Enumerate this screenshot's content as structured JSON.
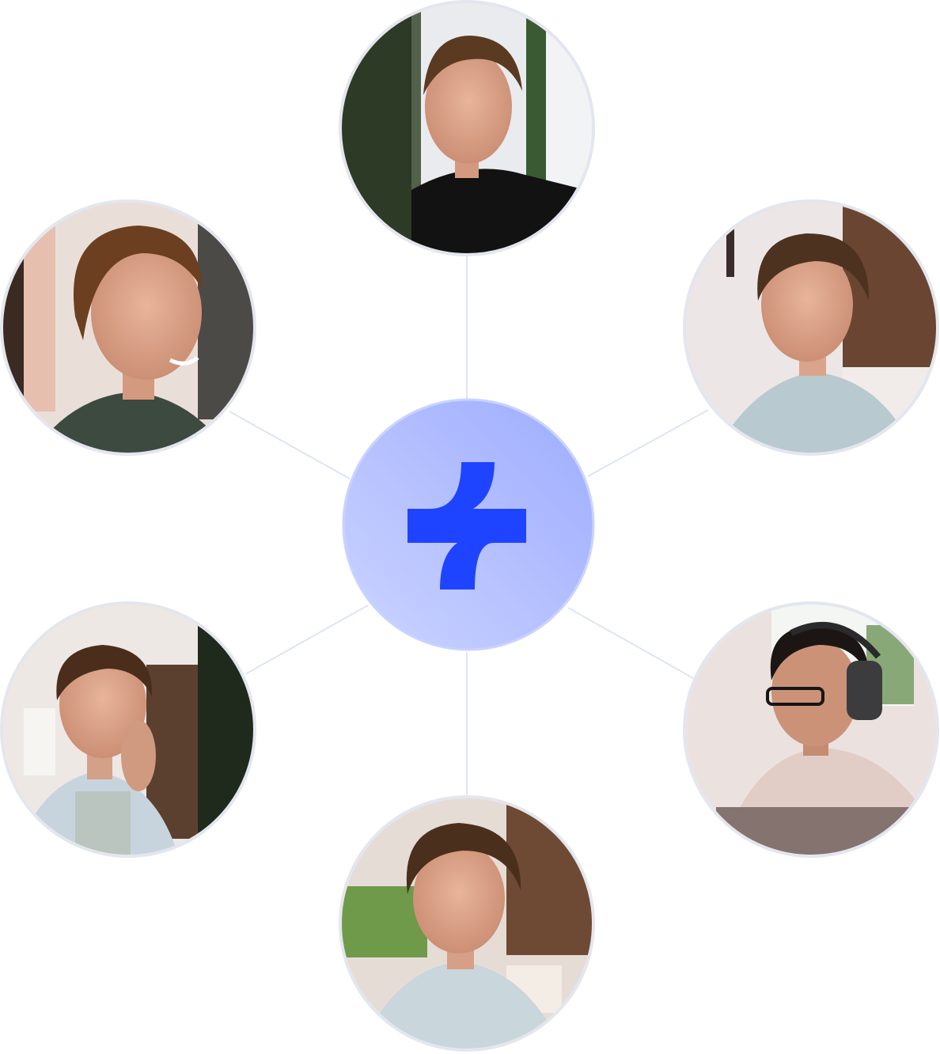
{
  "hub": {
    "logo_icon": "brand-logo-icon",
    "colors": {
      "hub_fill_light": "#cbd4ff",
      "hub_fill_dark": "#9eacff",
      "logo": "#1f44ff"
    }
  },
  "team_members": [
    {
      "position": "top",
      "icon": "person-photo"
    },
    {
      "position": "top-right",
      "icon": "person-photo"
    },
    {
      "position": "bottom-right",
      "icon": "person-photo"
    },
    {
      "position": "bottom",
      "icon": "person-photo"
    },
    {
      "position": "bottom-left",
      "icon": "person-photo"
    },
    {
      "position": "top-left",
      "icon": "person-photo"
    }
  ],
  "colors": {
    "connector": "#dfe3fb",
    "ring": "#e4e6ef"
  }
}
